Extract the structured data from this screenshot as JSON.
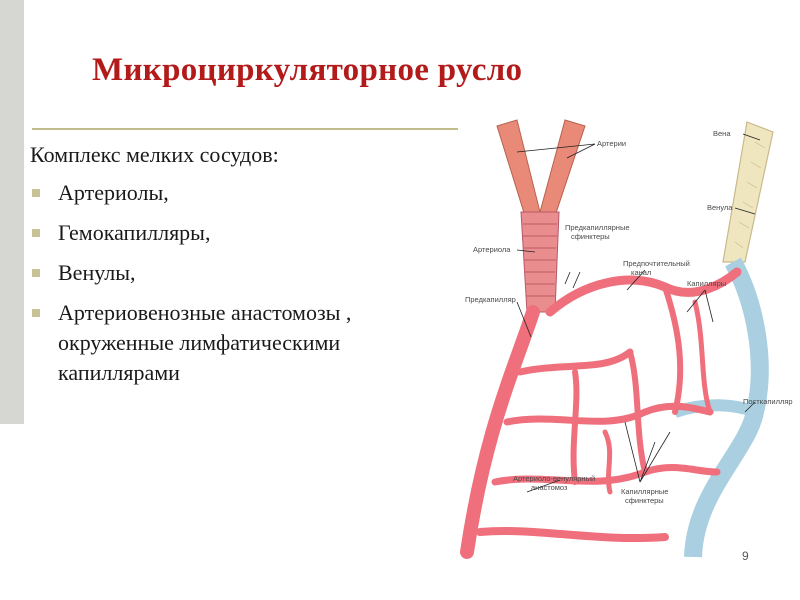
{
  "slide": {
    "title": "Микроциркуляторное русло",
    "intro": "Комплекс мелких сосудов:",
    "bullets": [
      "Артериолы,",
      "Гемокапилляры,",
      "Венулы,",
      "Артериовенозные анастомозы , окруженные лимфатическими капиллярами"
    ],
    "page_number": "9"
  },
  "diagram": {
    "labels": {
      "arteries": "Артерии",
      "vein": "Вена",
      "venule": "Венула",
      "precapillary_sphincters_1": "Предкапиллярные",
      "precapillary_sphincters_2": "сфинктеры",
      "arteriole": "Артериола",
      "preferential_channel_1": "Предпочтительный",
      "preferential_channel_2": "канал",
      "capillaries": "Капилляры",
      "precapillary": "Предкапилляр",
      "postcapillary": "Посткапилляр",
      "av_anastomosis_1": "Артериоло-венулярный",
      "av_anastomosis_2": "анастомоз",
      "capillary_sphincters_1": "Капиллярные",
      "capillary_sphincters_2": "сфинктеры"
    },
    "colors": {
      "artery": "#e98a78",
      "arteriole": "#ea8d8e",
      "capillary_arterial": "#ef6f7c",
      "capillary_venous": "#a9cfe1",
      "vein": "#efe6c0"
    }
  }
}
